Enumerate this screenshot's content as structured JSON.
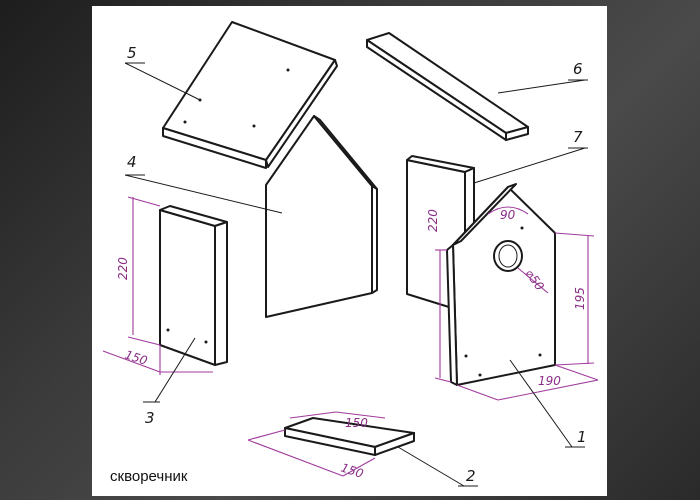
{
  "caption": "скворечник",
  "parts": [
    {
      "number": "1"
    },
    {
      "number": "2"
    },
    {
      "number": "3"
    },
    {
      "number": "4"
    },
    {
      "number": "5"
    },
    {
      "number": "6"
    },
    {
      "number": "7"
    }
  ],
  "dimensions": {
    "side_wall_height": "220",
    "side_wall_width": "150",
    "front_height": "220",
    "front_side_height": "195",
    "front_width": "190",
    "roof_angle": "90",
    "hole_diameter": "⌀50",
    "bottom_length": "150",
    "bottom_width": "150"
  },
  "colors": {
    "dimension_lines": "#a03a9c",
    "outline": "#1a1a1a",
    "sheet": "#ffffff"
  }
}
